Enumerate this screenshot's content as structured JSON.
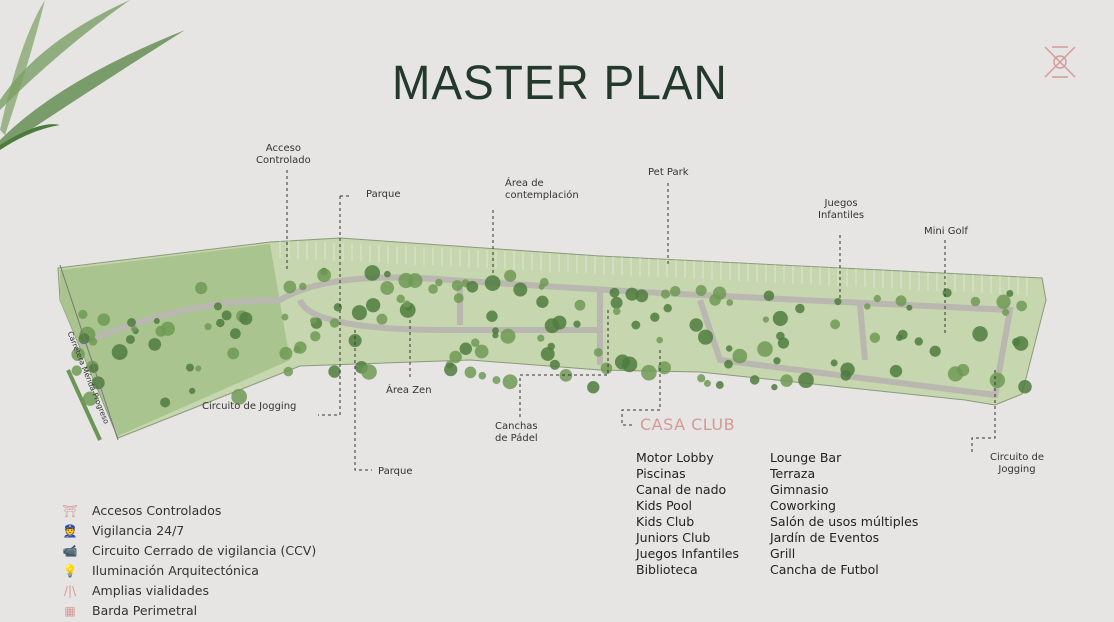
{
  "title": "MASTER PLAN",
  "road_label": "Carretera Mérida-Progreso",
  "labels": {
    "acceso": "Acceso\nControlado",
    "parque_top": "Parque",
    "area_contemplacion": "Área de\ncontemplación",
    "pet_park": "Pet Park",
    "juegos_infantiles": "Juegos\nInfantiles",
    "mini_golf": "Mini Golf",
    "area_zen": "Área Zen",
    "circuito_jogging_left": "Circuito de Jogging",
    "canchas_padel": "Canchas\nde Pádel",
    "parque_bottom": "Parque",
    "circuito_jogging_right": "Circuito de\nJogging"
  },
  "casa_club": {
    "title": "CASA CLUB",
    "col1": [
      "Motor Lobby",
      "Piscinas",
      "Canal de nado",
      "Kids Pool",
      "Kids Club",
      "Juniors Club",
      "Juegos Infantiles",
      "Biblioteca"
    ],
    "col2": [
      "Lounge Bar",
      "Terraza",
      "Gimnasio",
      "Coworking",
      "Salón de usos múltiples",
      "Jardín de Eventos",
      "Grill",
      "Cancha de Futbol"
    ]
  },
  "amenities": [
    {
      "icon": "gate-icon",
      "glyph": "⛩",
      "label": "Accesos Controlados"
    },
    {
      "icon": "guard-icon",
      "glyph": "👮",
      "label": "Vigilancia 24/7"
    },
    {
      "icon": "camera-icon",
      "glyph": "📹",
      "label": "Circuito Cerrado de vigilancia (CCV)"
    },
    {
      "icon": "lightbulb-icon",
      "glyph": "💡",
      "label": "Iluminación Arquitectónica"
    },
    {
      "icon": "road-icon",
      "glyph": "/|\\",
      "label": "Amplias vialidades"
    },
    {
      "icon": "wall-icon",
      "glyph": "▦",
      "label": "Barda Perimetral"
    }
  ],
  "colors": {
    "accent": "#d39a96",
    "title": "#22392c",
    "lot": "#c9d8b4",
    "tree": "#4f7d3e"
  }
}
